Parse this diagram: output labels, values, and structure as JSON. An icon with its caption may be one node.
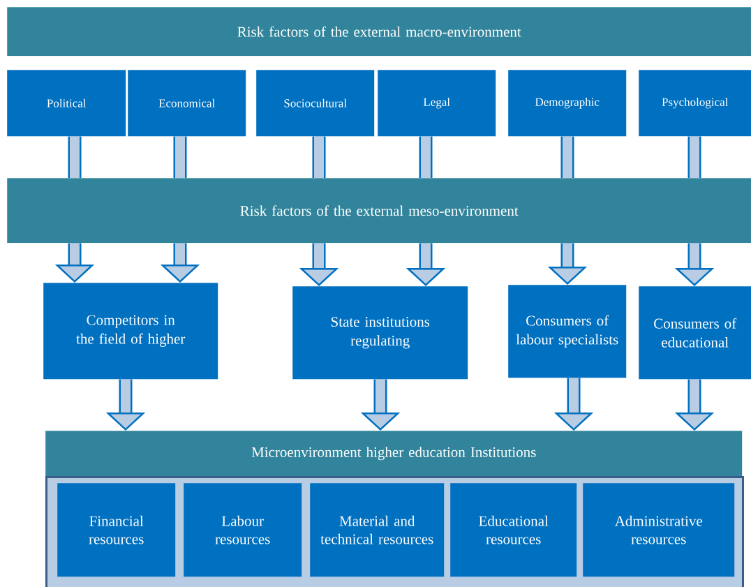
{
  "diagram": {
    "nodes": [
      {
        "text": [
          "Risk factors of the external macro-environment"
        ]
      },
      {
        "text": [
          "Political"
        ]
      },
      {
        "text": [
          "Economical"
        ]
      },
      {
        "text": [
          "Sociocultural"
        ]
      },
      {
        "text": [
          "Legal"
        ]
      },
      {
        "text": [
          "Demographic"
        ]
      },
      {
        "text": [
          "Psychological"
        ]
      },
      {
        "text": [
          "Risk factors of the external meso-environment"
        ]
      },
      {
        "text": [
          "Competitors in the field of higher"
        ]
      },
      {
        "text": [
          "State institutions regulating"
        ]
      },
      {
        "text": [
          "Consumers of labour specialists"
        ]
      },
      {
        "text": [
          "Consumers of educational"
        ]
      },
      {
        "text": [
          "Microenvironment higher education Institutions"
        ]
      },
      {
        "text": [],
        "shape": "box"
      },
      {
        "text": [
          "Financial resources"
        ],
        "in": 13
      },
      {
        "text": [
          "Labour resources"
        ],
        "in": 13
      },
      {
        "text": [
          "Material and technical resources"
        ],
        "in": 13
      },
      {
        "text": [
          "Educational resources"
        ],
        "in": 13
      },
      {
        "text": [
          "Administrative resources"
        ],
        "in": 13
      }
    ],
    "edges": [
      {
        "from": 1,
        "to": 7,
        "arrow": "none"
      },
      {
        "from": 2,
        "to": 7,
        "arrow": "none"
      },
      {
        "from": 3,
        "to": 7,
        "arrow": "none"
      },
      {
        "from": 4,
        "to": 7,
        "arrow": "none"
      },
      {
        "from": 5,
        "to": 7,
        "arrow": "none"
      },
      {
        "from": 6,
        "to": 7,
        "arrow": "none"
      },
      {
        "from": 7,
        "to": 8,
        "arrow": "to"
      },
      {
        "from": 7,
        "to": 8,
        "arrow": "to"
      },
      {
        "from": 7,
        "to": 9,
        "arrow": "to"
      },
      {
        "from": 7,
        "to": 9,
        "arrow": "to"
      },
      {
        "from": 7,
        "to": 10,
        "arrow": "to"
      },
      {
        "from": 7,
        "to": 11,
        "arrow": "to"
      },
      {
        "from": 8,
        "to": 12,
        "arrow": "to"
      },
      {
        "from": 9,
        "to": 12,
        "arrow": "to"
      },
      {
        "from": 10,
        "to": 12,
        "arrow": "to"
      },
      {
        "from": 11,
        "to": 12,
        "arrow": "to"
      }
    ]
  }
}
